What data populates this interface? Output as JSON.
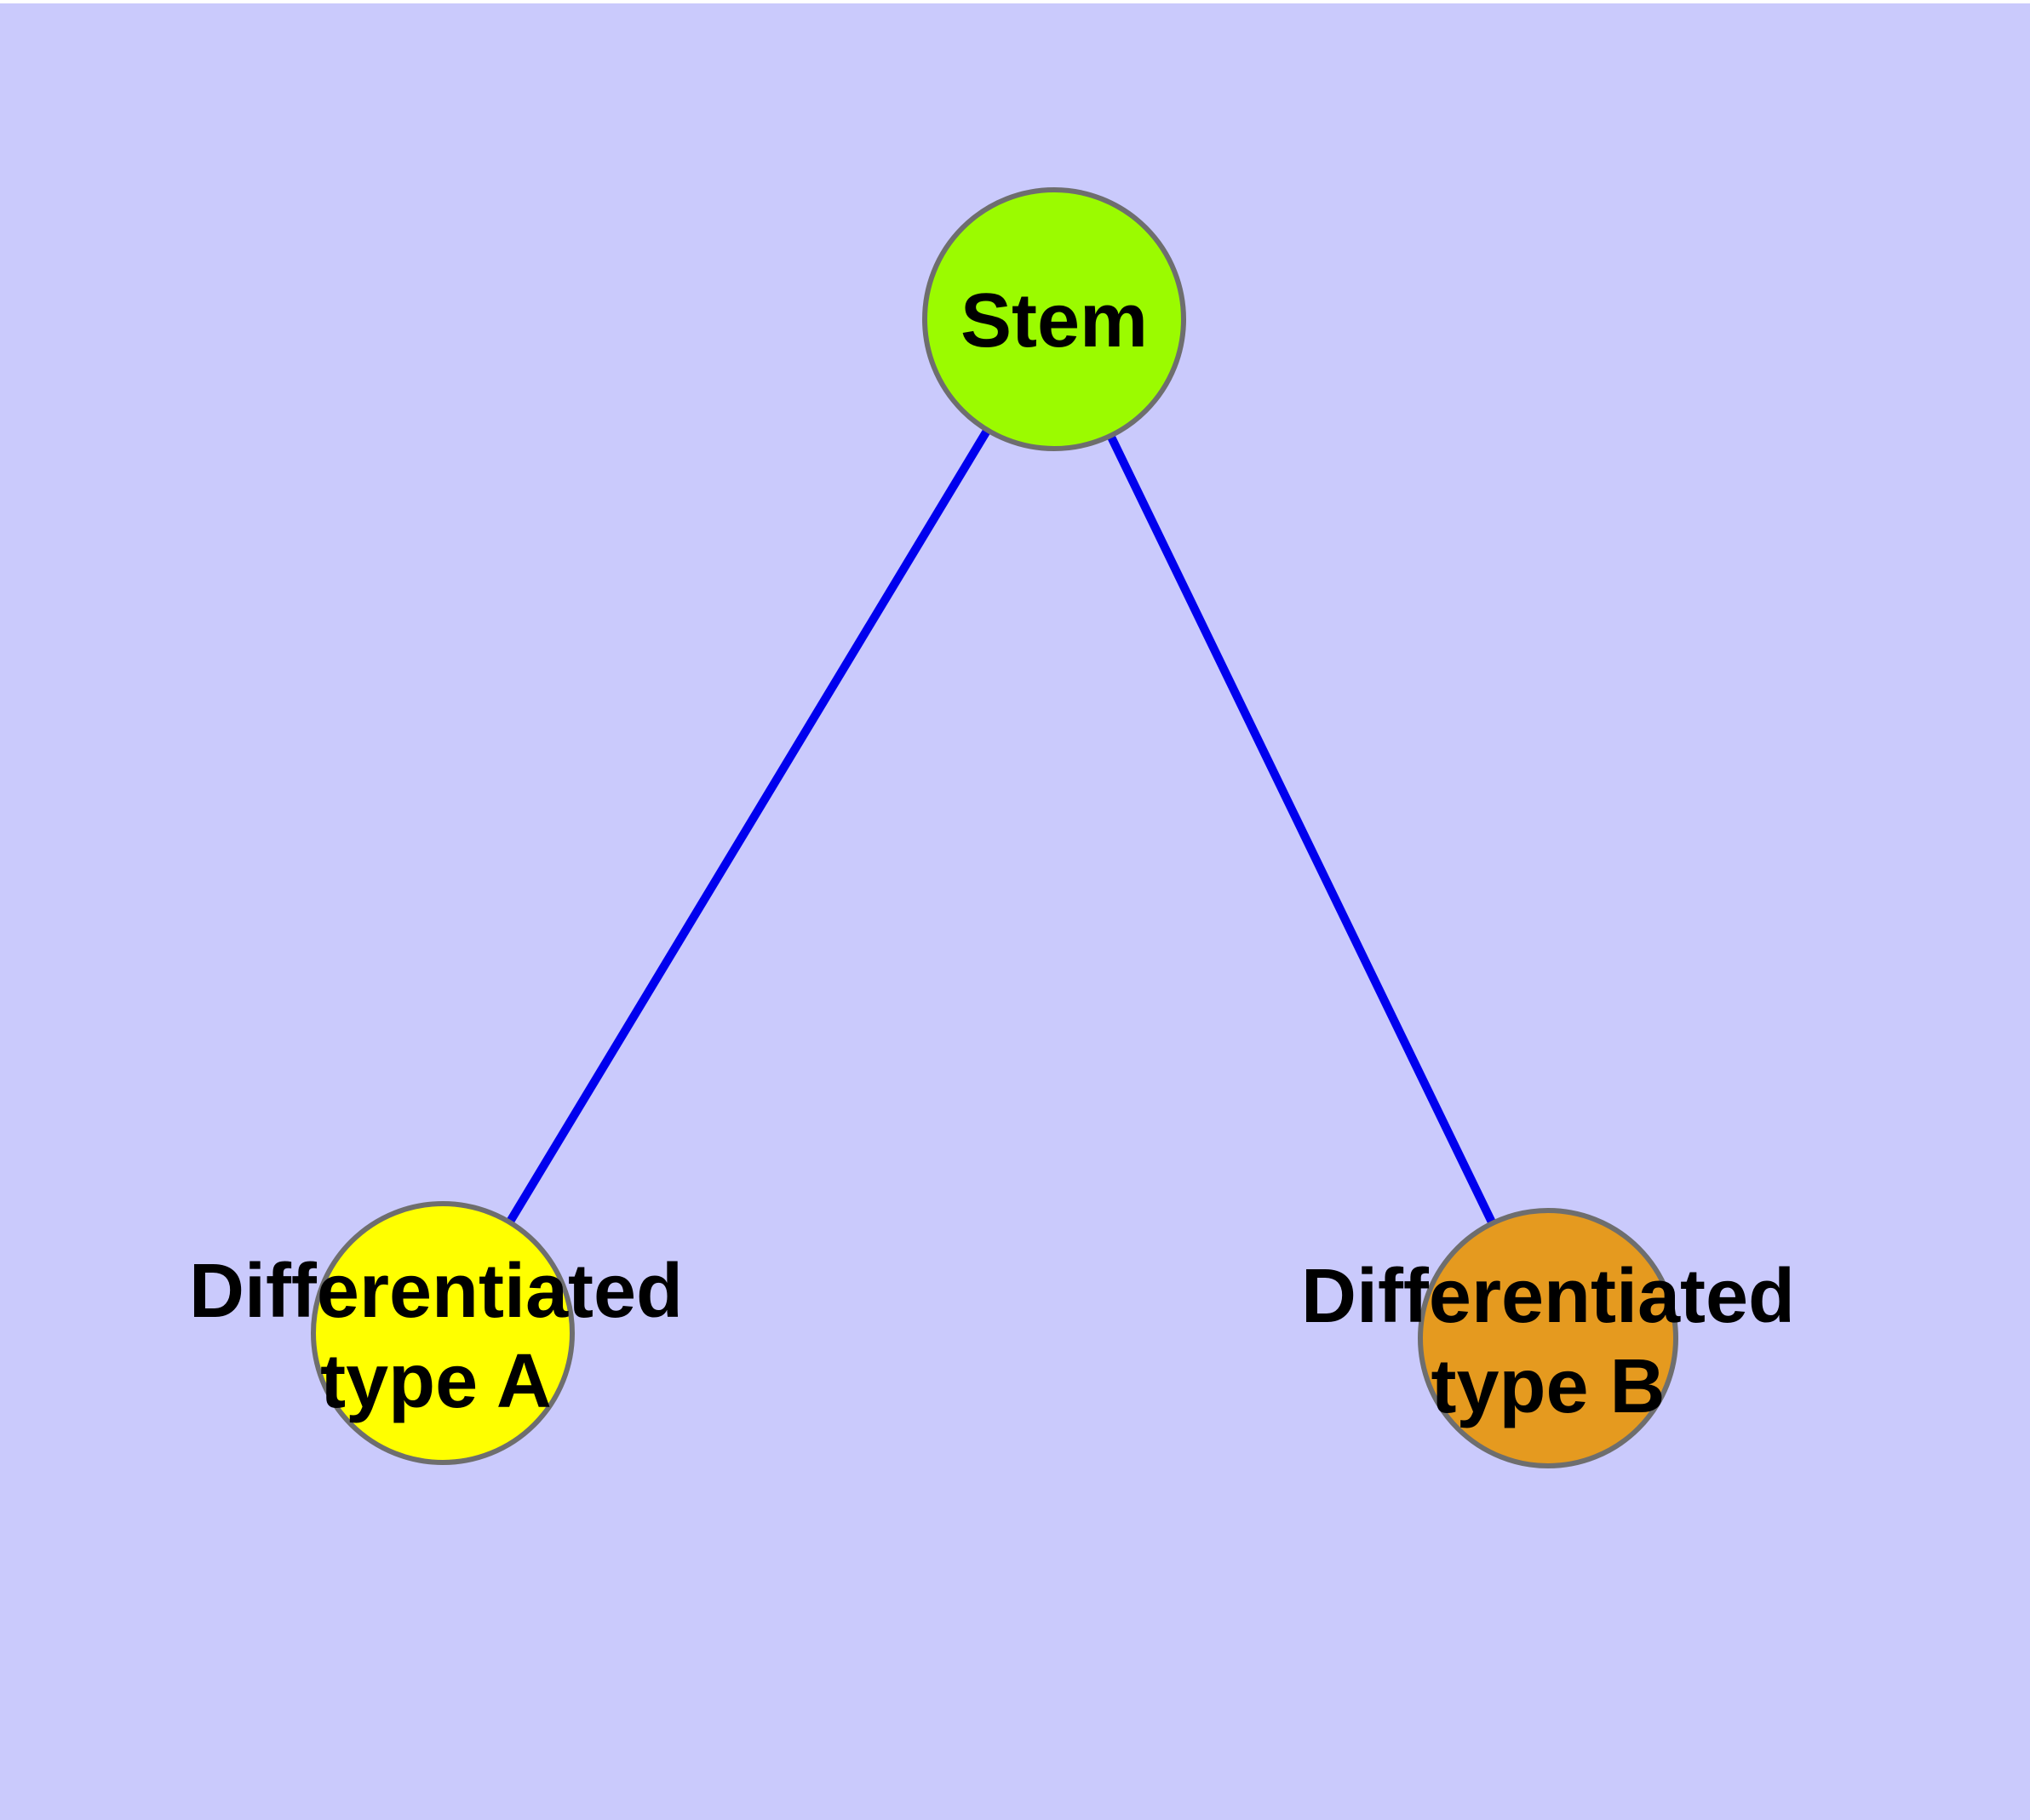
{
  "canvas": {
    "background_color": "#cacafc",
    "top_margin_color": "#ffffff"
  },
  "diagram": {
    "type": "graph",
    "edge_color": "#0000ee",
    "node_border_color": "#6e6e6e",
    "label_color": "#000000",
    "nodes": {
      "stem": {
        "label": "Stem",
        "fill": "#9bfb00"
      },
      "type_a": {
        "label_lines": [
          "Differentiated",
          "type A"
        ],
        "fill": "#ffff00"
      },
      "type_b": {
        "label_lines": [
          "Differentiated",
          "type B"
        ],
        "fill": "#e59a1f"
      }
    },
    "edges": [
      {
        "from": "Stem",
        "to": "Differentiated type A"
      },
      {
        "from": "Stem",
        "to": "Differentiated type B"
      }
    ]
  }
}
